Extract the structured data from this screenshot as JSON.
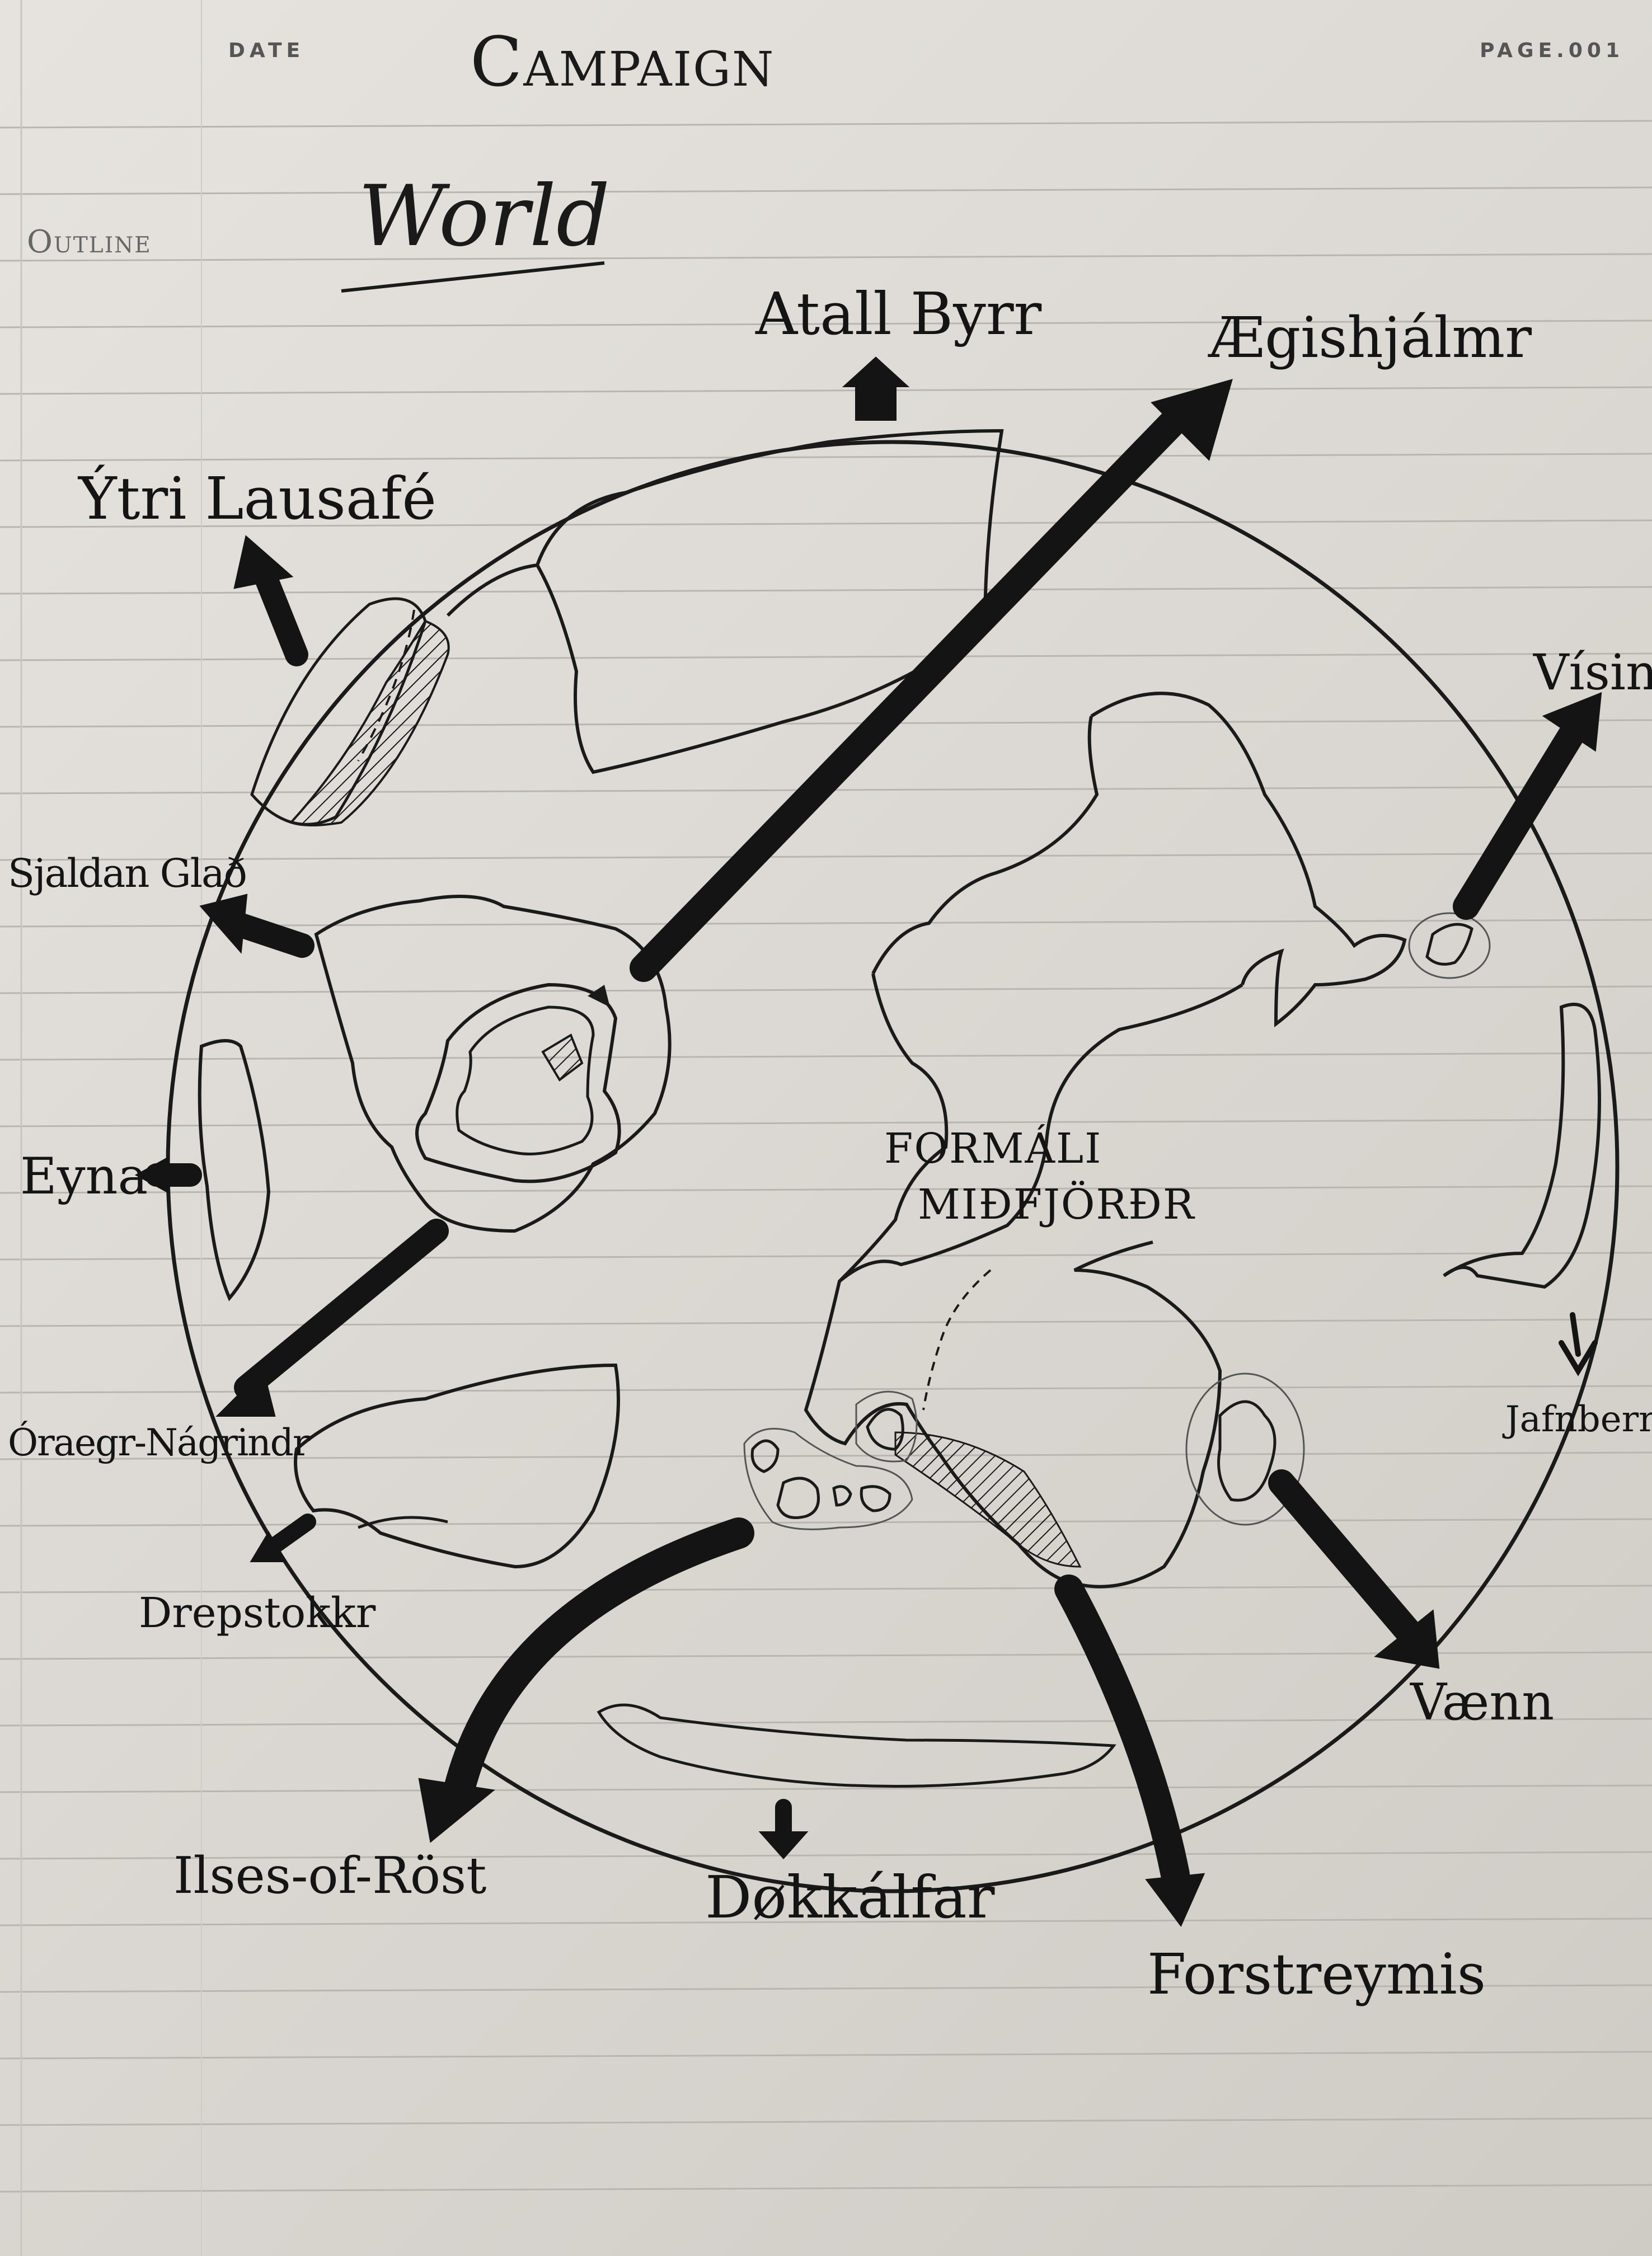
{
  "header": {
    "date_label": "DATE",
    "page_label": "PAGE.001",
    "outline_label": "Outline"
  },
  "title": {
    "line1": "Campaign",
    "line2": "World"
  },
  "map": {
    "center_label_line1": "FORMÁLI",
    "center_label_line2": "MIÐFJÖRÐR",
    "regions": [
      {
        "id": "atall-byrr",
        "name": "Atall Byrr"
      },
      {
        "id": "aegishjalmr",
        "name": "Ægishjálmr"
      },
      {
        "id": "ytri-lausafe",
        "name": "Ýtri Lausafé"
      },
      {
        "id": "visindi",
        "name": "Vísindi"
      },
      {
        "id": "sjaldan-glad",
        "name": "Sjaldan Glað"
      },
      {
        "id": "eyna",
        "name": "Eyna"
      },
      {
        "id": "oraegr-nagrindr",
        "name": "Óraegr-Nágrindr"
      },
      {
        "id": "jafnberr",
        "name": "Jafnberr"
      },
      {
        "id": "drepstokkr",
        "name": "Drepstokkr"
      },
      {
        "id": "vaenn",
        "name": "Vænn"
      },
      {
        "id": "isles-of-rost",
        "name": "Ilses-of-Röst"
      },
      {
        "id": "dokkalfar",
        "name": "Døkkálfar"
      },
      {
        "id": "forstreymis",
        "name": "Forstreymis"
      }
    ]
  },
  "colors": {
    "ink": "#141414",
    "paper": "#e2dfda",
    "rule_line": "#b9b6b1"
  }
}
